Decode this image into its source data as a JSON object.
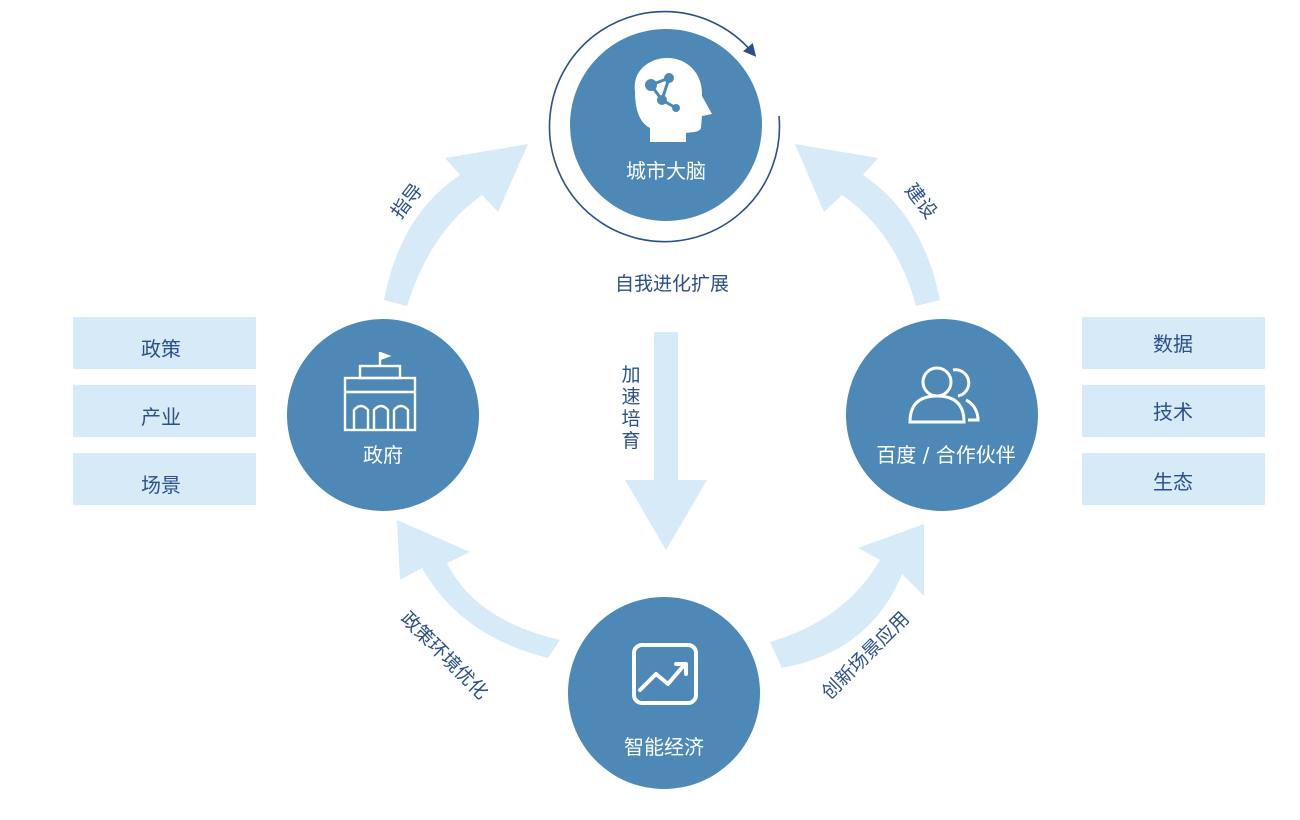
{
  "nodes": {
    "brain": {
      "label": "城市大脑",
      "icon": "brain-network-icon"
    },
    "government": {
      "label": "政府",
      "icon": "government-building-icon"
    },
    "partners": {
      "label": "百度 / 合作伙伴",
      "icon": "people-icon"
    },
    "economy": {
      "label": "智能经济",
      "icon": "trend-chart-icon"
    }
  },
  "flows": {
    "guide": "指导",
    "build": "建设",
    "self_evolve": "自我进化扩展",
    "accelerate": [
      "加",
      "速",
      "培",
      "育"
    ],
    "policy_optimize": "政策环境优化",
    "innovation": "创新场景应用"
  },
  "left_boxes": [
    "政策",
    "产业",
    "场景"
  ],
  "right_boxes": [
    "数据",
    "技术",
    "生态"
  ],
  "colors": {
    "node_fill": "#4d88b6",
    "arrow_fill": "#d7eaf8",
    "box_fill": "#d7eaf8",
    "text": "#2b4f8c"
  }
}
